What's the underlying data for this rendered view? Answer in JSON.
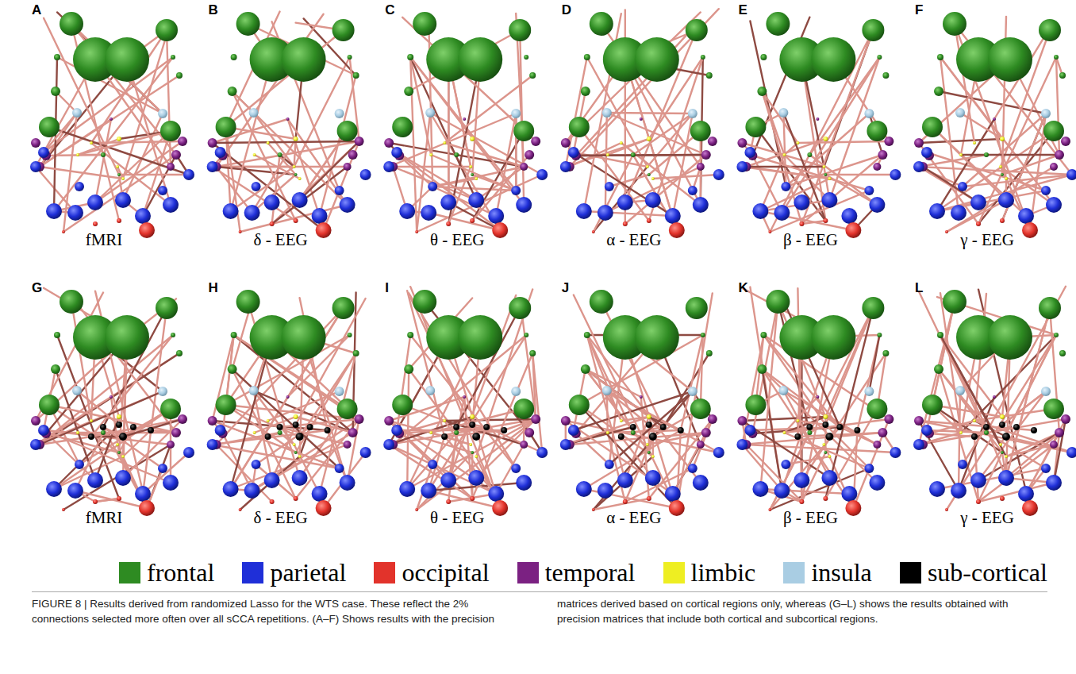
{
  "diagram": {
    "caption": "FIGURE 8 | Results derived from randomized Lasso for the WTS case. These reflect the 2% connections selected more often over all sCCA repetitions. (A–F) Shows results with the precision matrices derived based on cortical regions only, whereas (G–L) shows the results obtained with precision matrices that include both cortical and subcortical regions.",
    "labels": [
      "A",
      "B",
      "C",
      "D",
      "E",
      "F",
      "fMRI",
      "δ - EEG",
      "θ - EEG",
      "α - EEG",
      "β - EEG",
      "γ - EEG",
      "G",
      "H",
      "I",
      "J",
      "K",
      "L",
      "fMRI",
      "δ - EEG",
      "θ - EEG",
      "α - EEG",
      "β - EEG",
      "γ - EEG"
    ],
    "legend": [
      {
        "text": "frontal",
        "color": "#2e8b22"
      },
      {
        "text": "parietal",
        "color": "#1f2fd8"
      },
      {
        "text": "occipital",
        "color": "#e2332b"
      },
      {
        "text": "temporal",
        "color": "#7b2182"
      },
      {
        "text": "limbic",
        "color": "#eeee22"
      },
      {
        "text": "insula",
        "color": "#a9cde3"
      },
      {
        "text": "sub-cortical",
        "color": "#000000"
      }
    ]
  }
}
